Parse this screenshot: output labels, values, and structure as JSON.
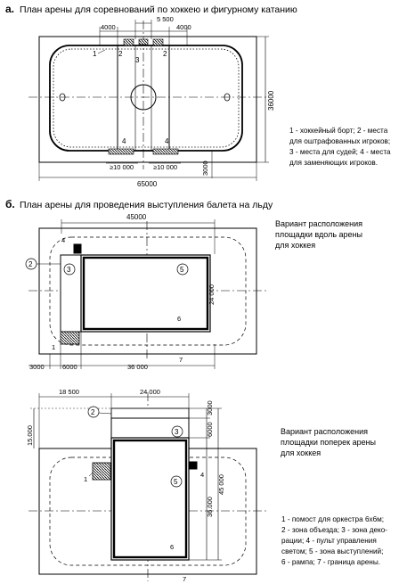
{
  "section_a": {
    "letter": "а.",
    "title": "План арены для соревнований по хоккею и фигурному катанию",
    "dims": {
      "d4000_left": "4000",
      "d5500": "5 500",
      "d4000_right": "4000",
      "d36000": "36000",
      "d10000_left": "≥10 000",
      "d10000_right": "≥10 000",
      "d3000": "3000",
      "d65000": "65000"
    },
    "callouts": {
      "c1": "1",
      "c2a": "2",
      "c2b": "2",
      "c3": "3",
      "c4a": "4",
      "c4b": "4"
    },
    "legend": [
      "1 - хоккейный борт; 2 - места",
      "для оштрафованных игроков;",
      "3 - места для судей; 4 - места",
      "для заменяющих игроков."
    ]
  },
  "section_b": {
    "letter": "б.",
    "title": "План арены для проведения выступления балета на льду",
    "plan1": {
      "dims": {
        "d45000": "45000",
        "d24000": "24 000",
        "d3000": "3000",
        "d6000": "6000",
        "d36000": "36 000"
      },
      "callouts": {
        "c1": "1",
        "c2": "2",
        "c3": "3",
        "c4": "4",
        "c5": "5",
        "c6": "6",
        "c7": "7"
      },
      "note": [
        "Вариант расположения",
        "площадки вдоль арены",
        "для хоккея"
      ]
    },
    "plan2": {
      "dims": {
        "d18500": "18 500",
        "d24000": "24 000",
        "d3000": "3000",
        "d6000": "6000",
        "d15000": "15.000",
        "d36000": "36.000",
        "d45000": "45 000"
      },
      "callouts": {
        "c1": "1",
        "c2": "2",
        "c3": "3",
        "c4": "4",
        "c5": "5",
        "c6": "6",
        "c7": "7"
      },
      "note": [
        "Вариант расположения",
        "площадки поперек арены",
        "для хоккея"
      ]
    },
    "legend": [
      "1 - помост для оркестра 6х6м;",
      "2 - зона объезда; 3 - зона деко-",
      "рации; 4 - пульт управления",
      "светом; 5 - зона выступлений;",
      "6 - рампа; 7 - граница арены."
    ]
  }
}
